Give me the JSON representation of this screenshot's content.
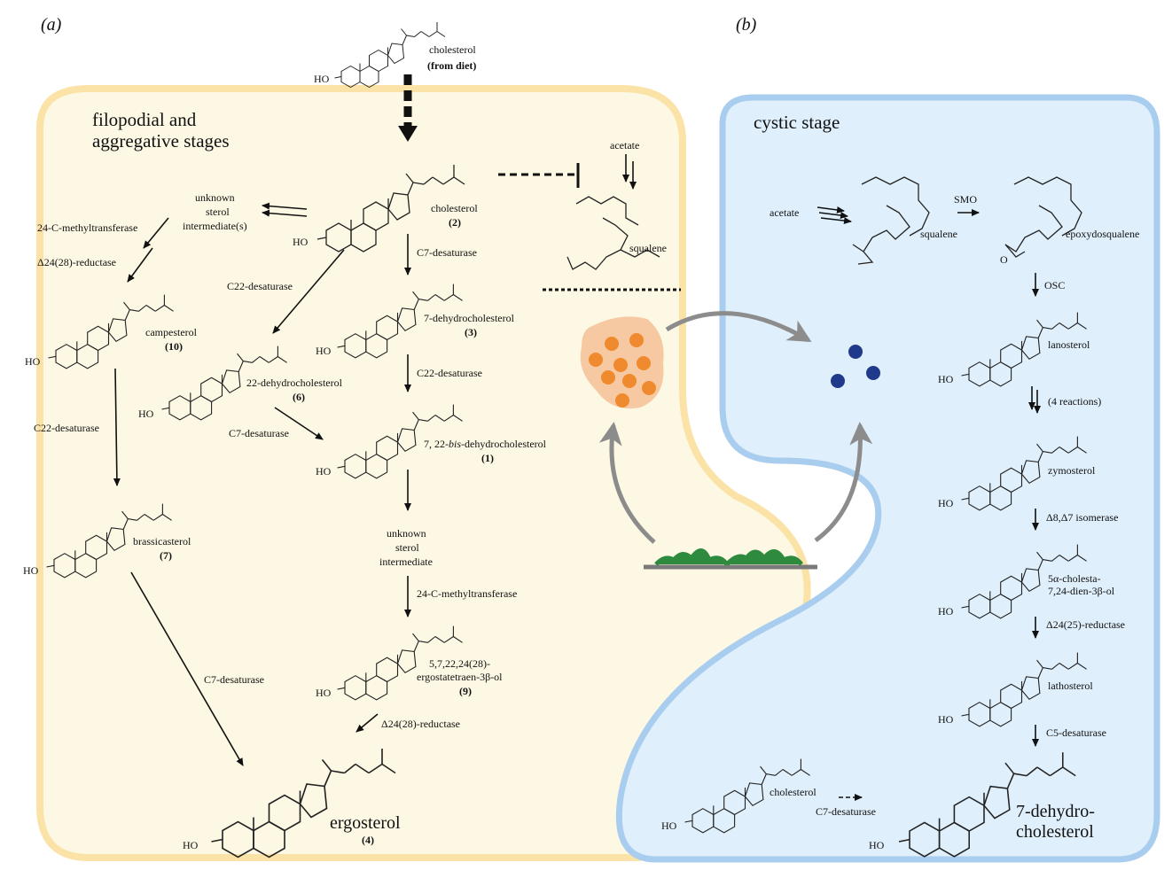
{
  "panels": {
    "a": "(a)",
    "b": "(b)"
  },
  "stages": {
    "left_line1": "filopodial and",
    "left_line2": "aggregative stages",
    "right": "cystic stage"
  },
  "left": {
    "diet_name": "cholesterol",
    "diet_note": "(from diet)",
    "chol_name": "cholesterol",
    "chol_num": "(2)",
    "unknown1_l1": "unknown",
    "unknown1_l2": "sterol",
    "unknown1_l3": "intermediate(s)",
    "enz_methyl1": "24-C-methyltransferase",
    "enz_reductase1": "Δ24(28)-reductase",
    "camp_name": "campesterol",
    "camp_num": "(10)",
    "enz_c22_a": "C22-desaturase",
    "enz_c22_b": "C22-desaturase",
    "enz_c22_c": "C22-desaturase",
    "dehyd22_name": "22-dehydrocholesterol",
    "dehyd22_num": "(6)",
    "enz_c7_a": "C7-desaturase",
    "enz_c7_b": "C7-desaturase",
    "enz_c7_c": "C7-desaturase",
    "dhc7_name": "7-dehydrocholesterol",
    "dhc7_num": "(3)",
    "bis_prefix": "7, 22-",
    "bis_italic": "bis",
    "bis_suffix": "-dehydrocholesterol",
    "bis_num": "(1)",
    "brass_name": "brassicasterol",
    "brass_num": "(7)",
    "unknown2_l1": "unknown",
    "unknown2_l2": "sterol",
    "unknown2_l3": "intermediate",
    "enz_methyl2": "24-C-methyltransferase",
    "ergt_l1": "5,7,22,24(28)-",
    "ergt_l2": "ergostatetraen-3β-ol",
    "ergt_num": "(9)",
    "enz_reductase2": "Δ24(28)-reductase",
    "ergo_name": "ergosterol",
    "ergo_num": "(4)",
    "acetate": "acetate",
    "squalene": "squalene"
  },
  "right": {
    "acetate": "acetate",
    "squalene": "squalene",
    "smo": "SMO",
    "epoxy": "epoxydosqualene",
    "osc": "OSC",
    "lanosterol": "lanosterol",
    "four_reactions": "(4 reactions)",
    "zymosterol": "zymosterol",
    "isomerase": "Δ8,Δ7 isomerase",
    "cholesta_l1": "5α-cholesta-",
    "cholesta_l2": "7,24-dien-3β-ol",
    "reductase": "Δ24(25)-reductase",
    "lathosterol": "lathosterol",
    "c5": "C5-desaturase",
    "chol_name": "cholesterol",
    "c7": "C7-desaturase",
    "final_l1": "7-dehydro-",
    "final_l2": "cholesterol"
  },
  "ho": "HO",
  "colors": {
    "left_fill": "#fdf8e4",
    "left_border": "#fbe3a8",
    "right_fill": "#dfeffb",
    "right_border": "#a9cdee",
    "spore_fill": "#f7c9a2",
    "spore_dot": "#ef8a2e",
    "cyst_dot": "#1f3a8a",
    "cell_green": "#2e8b3e",
    "curve_arrow": "#8c8c8c"
  }
}
